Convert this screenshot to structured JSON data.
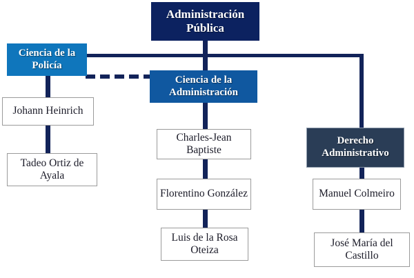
{
  "diagram": {
    "type": "organizational-chart",
    "title": "Administración Pública",
    "language": "es",
    "colors": {
      "root_fill": "#0c2260",
      "branch_police_fill": "#0f76bc",
      "branch_admin_fill": "#1058a0",
      "branch_law_fill": "#2a3d56",
      "leaf_fill": "#ffffff",
      "leaf_border": "#9a9a9a",
      "connector": "#122359",
      "text_on_fill": "#ffffff",
      "text_on_leaf": "#1b1b28"
    },
    "root": {
      "id": "administracion-publica",
      "label": "Administración Pública",
      "style": "navy"
    },
    "branches": [
      {
        "id": "ciencia-de-la-policia",
        "label": "Ciencia de la Policía",
        "style": "blue",
        "children": [
          {
            "id": "johann-heinrich",
            "label": "Johann Heinrich"
          },
          {
            "id": "tadeo-ortiz-de-ayala",
            "label": "Tadeo Ortiz de Ayala"
          }
        ]
      },
      {
        "id": "ciencia-de-la-administracion",
        "label": "Ciencia de la Administración",
        "style": "midblue",
        "children": [
          {
            "id": "charles-jean-baptiste",
            "label": "Charles-Jean Baptiste"
          },
          {
            "id": "florentino-gonzalez",
            "label": "Florentino González"
          },
          {
            "id": "luis-de-la-rosa-oteiza",
            "label": "Luis de la Rosa Oteiza"
          }
        ]
      },
      {
        "id": "derecho-administrativo",
        "label": "Derecho Administrativo",
        "style": "slate",
        "children": [
          {
            "id": "manuel-colmeiro",
            "label": "Manuel Colmeiro"
          },
          {
            "id": "jose-maria-del-castillo",
            "label": "José María del Castillo"
          }
        ]
      }
    ],
    "links": [
      {
        "from": "ciencia-de-la-policia",
        "to": "ciencia-de-la-administracion",
        "style": "dashed"
      }
    ]
  }
}
